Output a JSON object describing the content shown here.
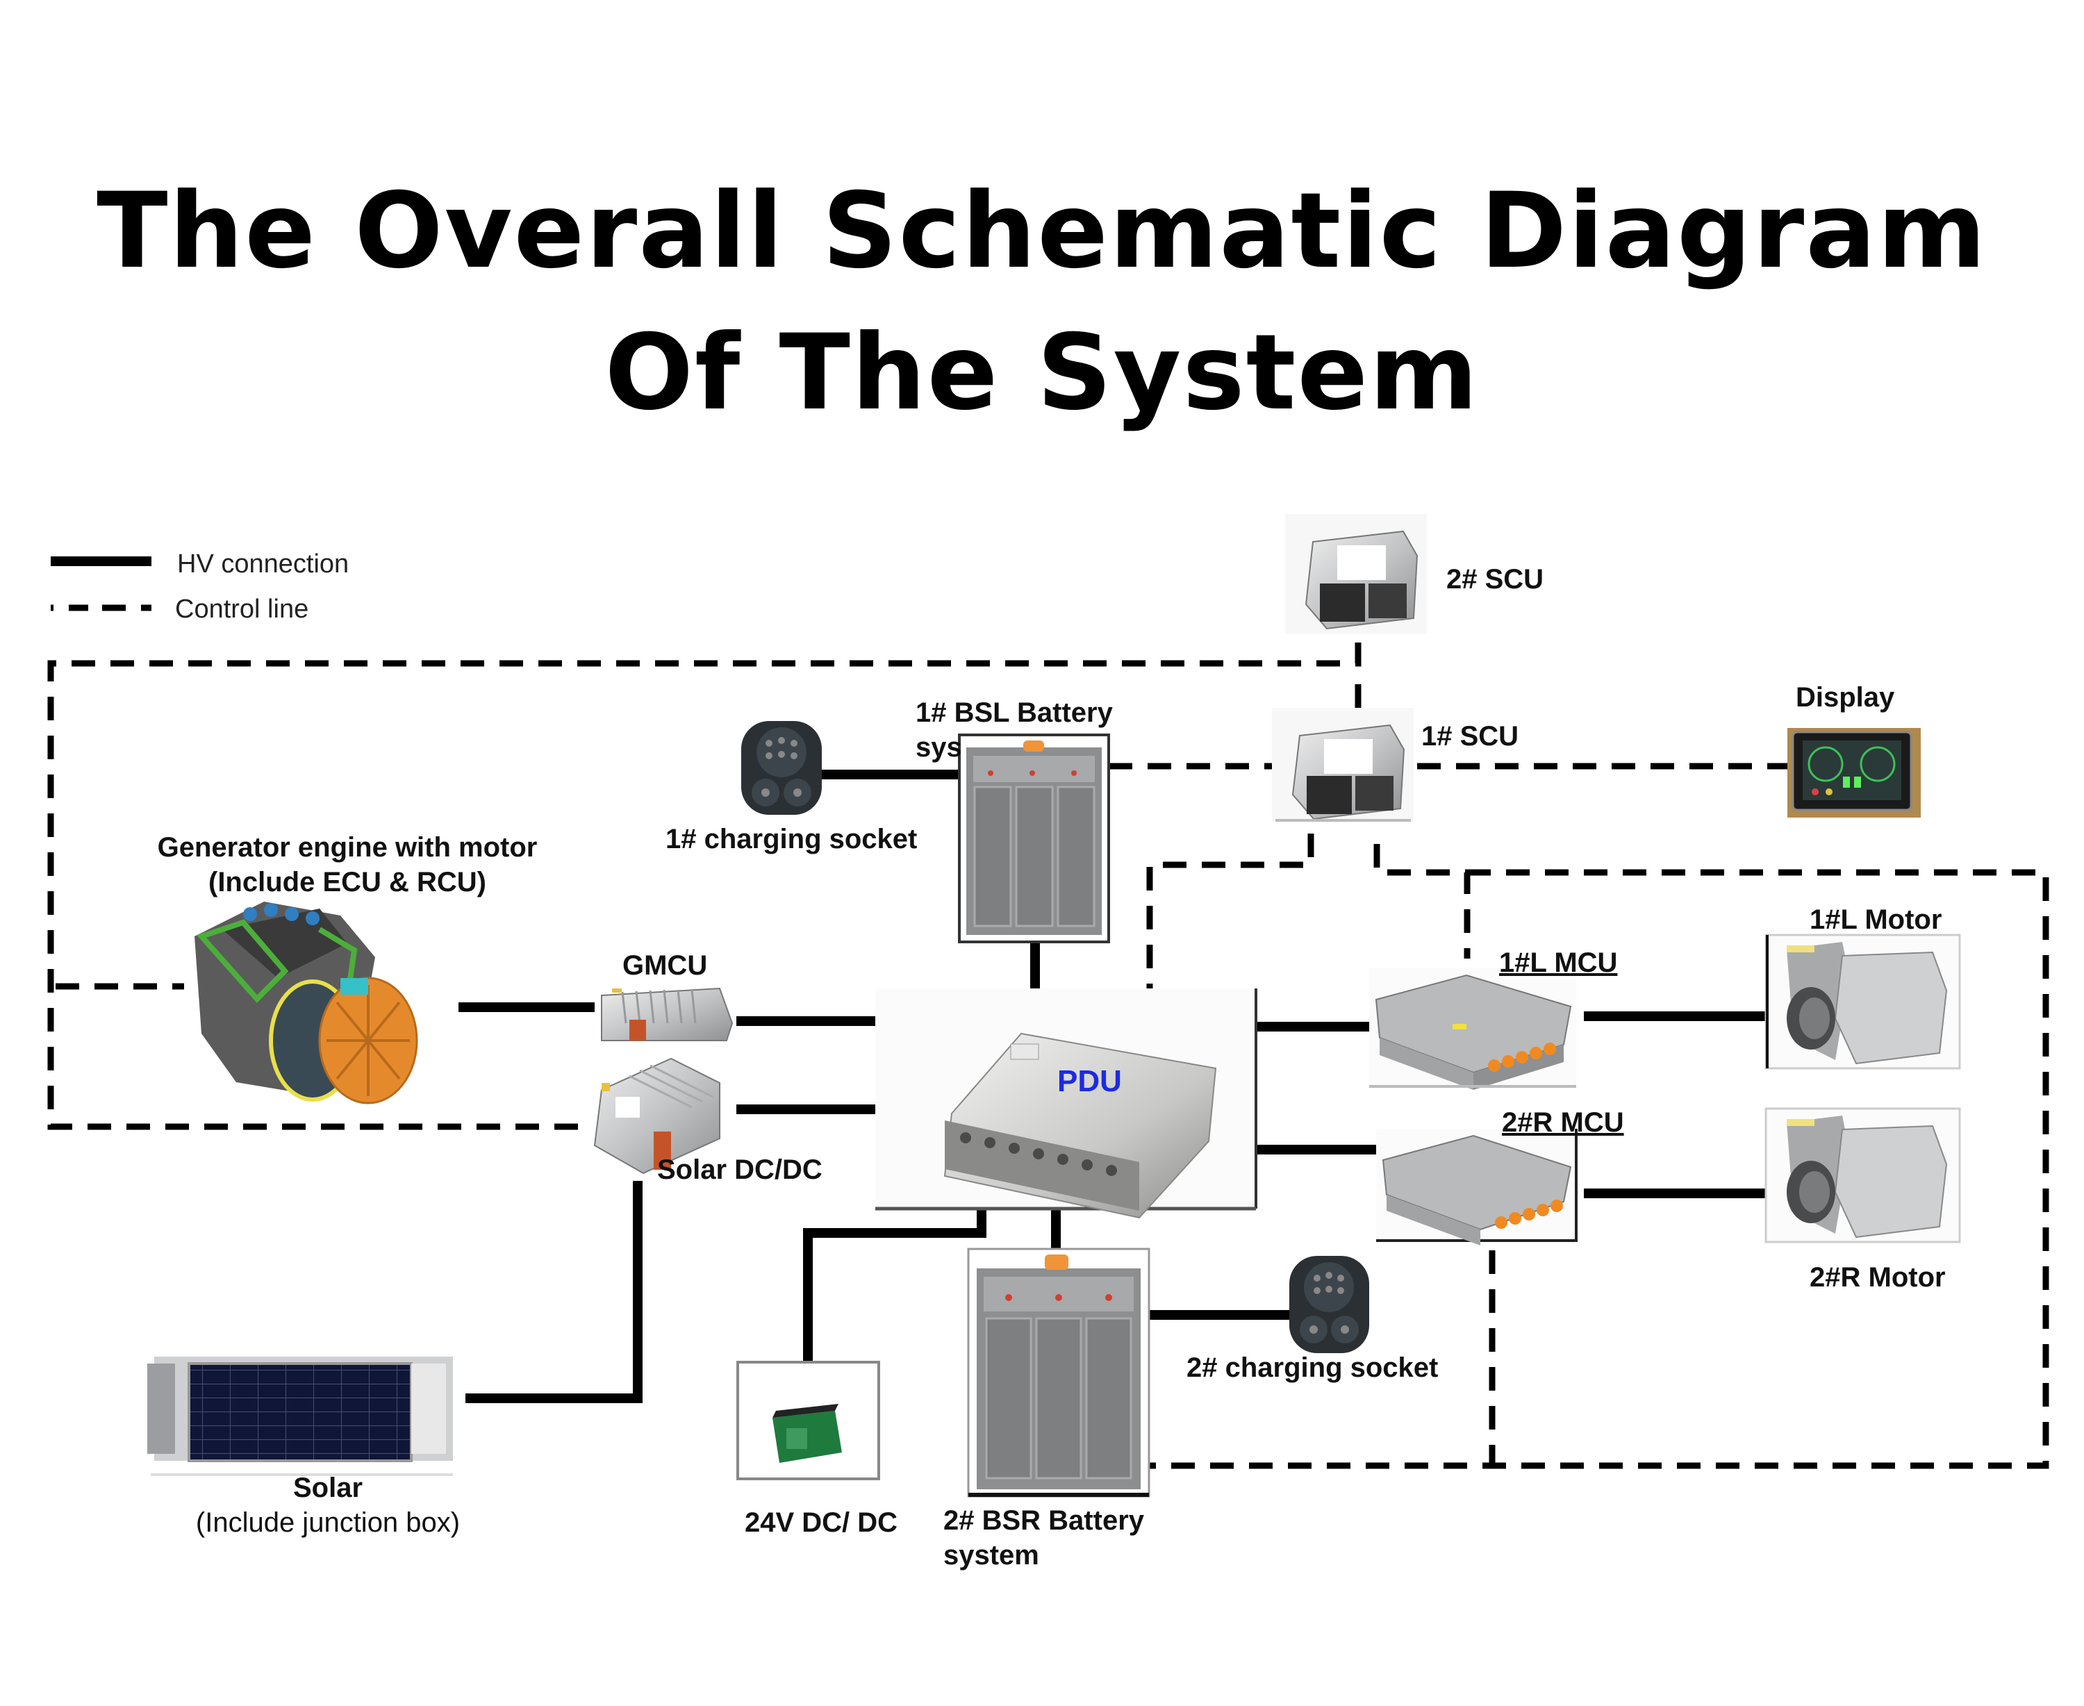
{
  "title": {
    "line1": "The Overall Schematic Diagram",
    "line2": "Of The System"
  },
  "legend": {
    "items": [
      {
        "label": "HV connection",
        "style": "solid"
      },
      {
        "label": "Control line",
        "style": "dashed"
      }
    ]
  },
  "components": {
    "scu2": {
      "label": "2#  SCU",
      "icon": "ecu-module-icon"
    },
    "scu1": {
      "label": "1#  SCU",
      "icon": "ecu-module-icon"
    },
    "display": {
      "label": "Display",
      "icon": "display-panel-icon"
    },
    "bsl_battery": {
      "label_line1": "1# BSL Battery",
      "label_line2": "sys",
      "icon": "battery-pack-icon"
    },
    "socket1": {
      "label": "1# charging socket",
      "icon": "charging-socket-icon"
    },
    "engine": {
      "label_line1": "Generator engine with motor",
      "label_line2": "(Include ECU & RCU)",
      "icon": "engine-icon"
    },
    "gmcu": {
      "label": "GMCU",
      "icon": "controller-icon"
    },
    "solar_dcdc": {
      "label": "Solar DC/DC",
      "icon": "dcdc-converter-icon"
    },
    "pdu": {
      "label": "PDU",
      "icon": "pdu-box-icon"
    },
    "mcu_l": {
      "label": "1#L MCU",
      "icon": "motor-controller-icon"
    },
    "mcu_r": {
      "label": "2#R MCU",
      "icon": "motor-controller-icon"
    },
    "motor_l": {
      "label": "1#L Motor",
      "icon": "electric-motor-icon"
    },
    "motor_r": {
      "label": "2#R Motor",
      "icon": "electric-motor-icon"
    },
    "bsr_battery": {
      "label_line1": "2# BSR Battery",
      "label_line2": "system",
      "icon": "battery-pack-icon"
    },
    "socket2": {
      "label": "2# charging socket",
      "icon": "charging-socket-icon"
    },
    "dcdc24": {
      "label": "24V DC/ DC",
      "icon": "lead-acid-battery-icon"
    },
    "solar": {
      "label_line1": "Solar",
      "label_line2": "(Include junction box)",
      "icon": "solar-panel-icon"
    }
  },
  "colors": {
    "line": "#000000",
    "pdu_text": "#1c2be0",
    "metal": "#c9cacc",
    "battery_gray": "#8d8e90",
    "solar_blue": "#12173f",
    "engine_orange": "#e58a2c",
    "engine_green": "#4caf3a",
    "battery_green": "#1f7a3e"
  }
}
